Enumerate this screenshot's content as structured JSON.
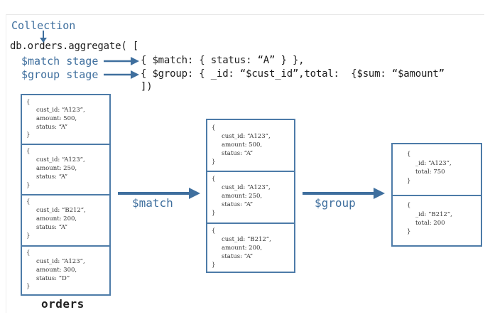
{
  "header": {
    "collection_label": "Collection",
    "aggregate_line": "db.orders.aggregate( [",
    "match_stage_label": "$match stage",
    "group_stage_label": "$group stage",
    "match_code": "{ $match: { status: “A” } },",
    "group_code": "{ $group: { _id: “$cust_id”,total:  {$sum: “$amount”",
    "close_line": "])"
  },
  "orders": {
    "label": "orders",
    "docs": [
      {
        "cust_id": "cust_id: “A123”,",
        "amount": "amount: 500,",
        "status": "status: “A”"
      },
      {
        "cust_id": "cust_id: “A123”,",
        "amount": "amount: 250,",
        "status": "status: “A”"
      },
      {
        "cust_id": "cust_id: “B212”,",
        "amount": "amount: 200,",
        "status": "status: “A”"
      },
      {
        "cust_id": "cust_id: “A123”,",
        "amount": "amount: 300,",
        "status": "status: “D”"
      }
    ]
  },
  "matched": {
    "docs": [
      {
        "cust_id": "cust_id: “A123”,",
        "amount": "amount: 500,",
        "status": "status: “A”"
      },
      {
        "cust_id": "cust_id: “A123”,",
        "amount": "amount: 250,",
        "status": "status: “A”"
      },
      {
        "cust_id": "cust_id: “B212”,",
        "amount": "amount: 200,",
        "status": "status: “A”"
      }
    ]
  },
  "grouped": {
    "docs": [
      {
        "id": "_id: “A123”,",
        "total": "total: 750"
      },
      {
        "id": "_id: “B212”,",
        "total": "total: 200"
      }
    ]
  },
  "arrows": {
    "match_label": "$match",
    "group_label": "$group"
  },
  "brace_open": "{",
  "brace_close": "}",
  "colors": {
    "accent": "#3f6f9e",
    "box_border": "#4d7ba8"
  }
}
